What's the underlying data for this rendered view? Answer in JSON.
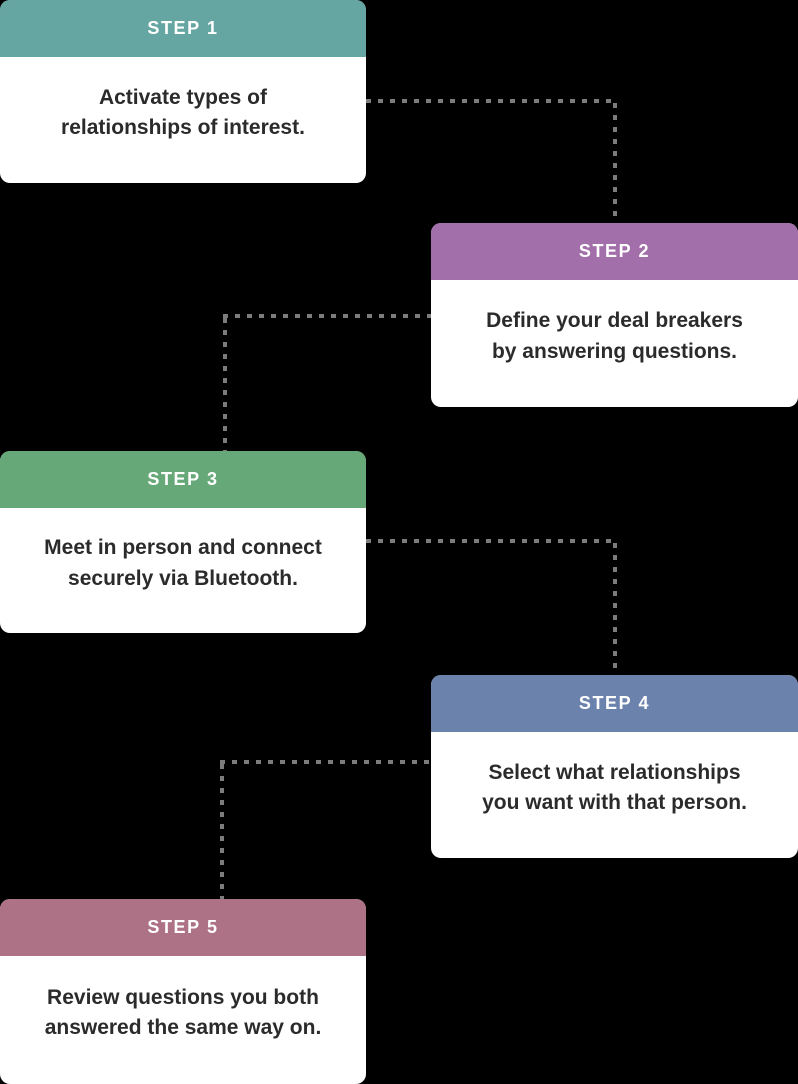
{
  "diagram": {
    "background_color": "#000000",
    "card_color": "#ffffff",
    "text_color": "#2b2b2b",
    "connector_color": "#7c7c7c",
    "connector_style": "dotted",
    "steps": [
      {
        "label": "STEP 1",
        "description": "Activate types of\nrelationships of interest.",
        "header_color": "#65A6A3",
        "side": "left"
      },
      {
        "label": "STEP 2",
        "description": "Define your deal breakers\nby answering questions.",
        "header_color": "#A36FAB",
        "side": "right"
      },
      {
        "label": "STEP 3",
        "description": "Meet in person and connect\nsecurely via Bluetooth.",
        "header_color": "#67A878",
        "side": "left"
      },
      {
        "label": "STEP 4",
        "description": "Select what relationships\nyou want with that person.",
        "header_color": "#6B82AC",
        "side": "right"
      },
      {
        "label": "STEP 5",
        "description": "Review questions you both\nanswered the same way on.",
        "header_color": "#AD7285",
        "side": "left"
      }
    ]
  }
}
